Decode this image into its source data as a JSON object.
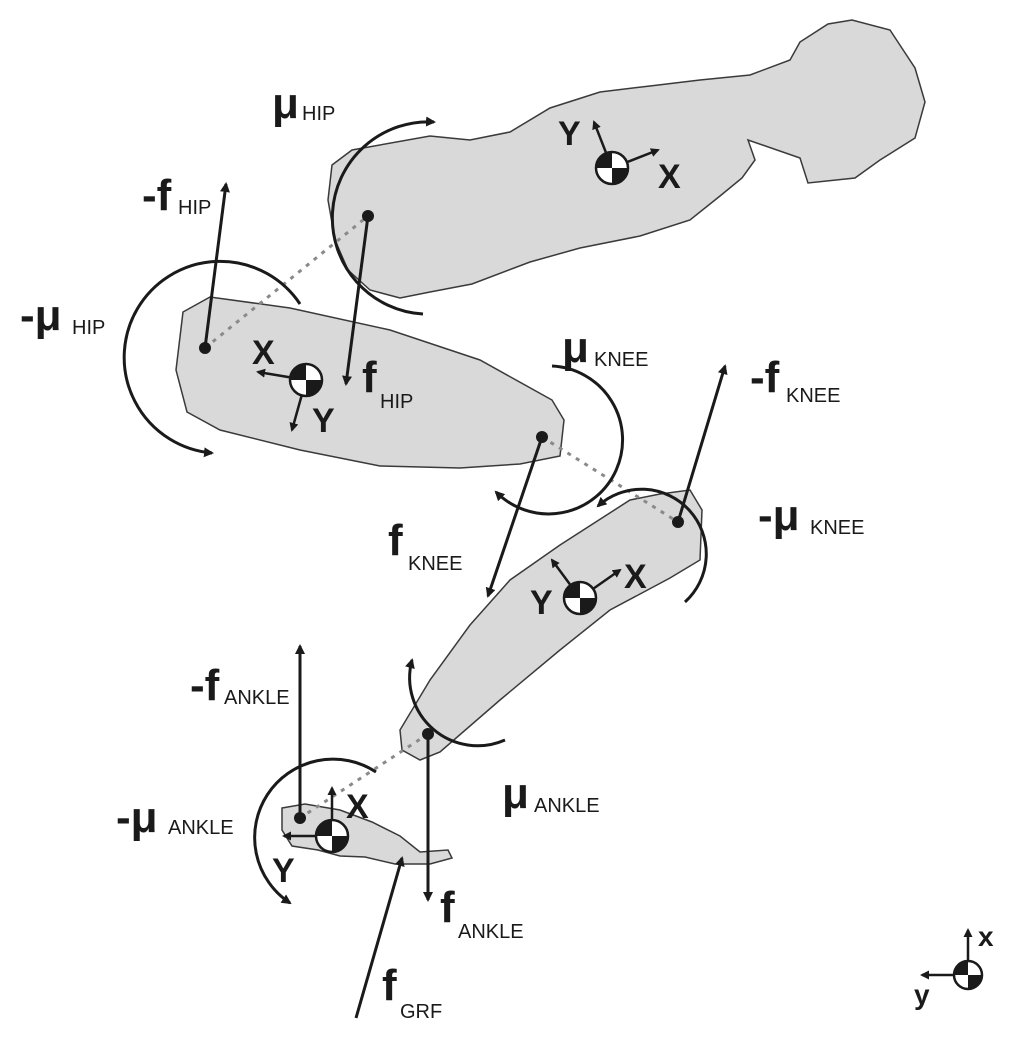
{
  "colors": {
    "segment_fill": "#d9d9d9",
    "segment_stroke": "#3a3a3a",
    "line": "#1a1a1a",
    "joint_line": "#8a8a8a"
  },
  "labels": {
    "mu_hip": {
      "main": "μ",
      "sub": "HIP"
    },
    "neg_f_hip": {
      "main": "-f",
      "sub": "HIP"
    },
    "neg_mu_hip": {
      "main": "-μ",
      "sub": "HIP"
    },
    "f_hip": {
      "main": "f",
      "sub": "HIP"
    },
    "mu_knee": {
      "main": "μ",
      "sub": "KNEE"
    },
    "neg_f_knee": {
      "main": "-f",
      "sub": "KNEE"
    },
    "f_knee": {
      "main": "f",
      "sub": "KNEE"
    },
    "neg_mu_knee": {
      "main": "-μ",
      "sub": "KNEE"
    },
    "neg_f_ankle": {
      "main": "-f",
      "sub": "ANKLE"
    },
    "mu_ankle": {
      "main": "μ",
      "sub": "ANKLE"
    },
    "neg_mu_ankle": {
      "main": "-μ",
      "sub": "ANKLE"
    },
    "f_ankle": {
      "main": "f",
      "sub": "ANKLE"
    },
    "f_grf": {
      "main": "f",
      "sub": "GRF"
    }
  },
  "segment_frames": {
    "trunk": {
      "x": "X",
      "y": "Y"
    },
    "thigh": {
      "x": "X",
      "y": "Y"
    },
    "shank": {
      "x": "X",
      "y": "Y"
    },
    "foot": {
      "x": "X",
      "y": "Y"
    }
  },
  "global_frame": {
    "x": "x",
    "y": "y"
  }
}
